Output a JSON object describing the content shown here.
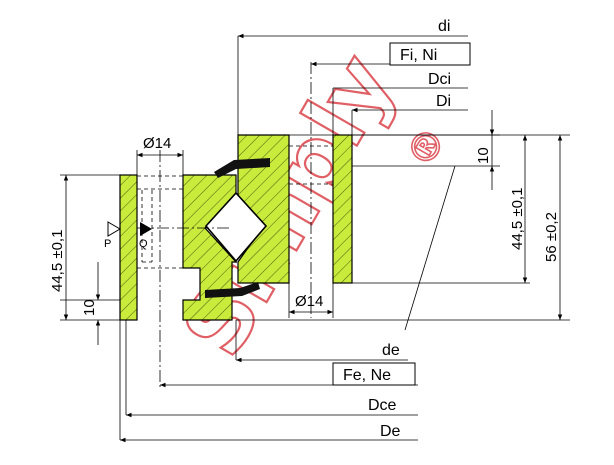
{
  "watermark": {
    "text": "Simply",
    "reg_mark": "®",
    "color": "#d9383f"
  },
  "colors": {
    "section_fill": "#c9ec3c",
    "line": "#000000",
    "background": "#ffffff"
  },
  "labels": {
    "di": "di",
    "fi_ni": "Fi, Ni",
    "dci": "Dci",
    "Di": "Di",
    "dia14_top": "Ø14",
    "dia14_bottom": "Ø14",
    "de": "de",
    "fe_ne": "Fe, Ne",
    "dce": "Dce",
    "De": "De",
    "dim_10_right": "10",
    "dim_44_5_right": "44,5 ±0,1",
    "dim_56": "56 ±0,2",
    "dim_44_5_left": "44,5 ±0,1",
    "dim_10_left": "10",
    "marker_p": "P",
    "marker_q": "Q"
  }
}
